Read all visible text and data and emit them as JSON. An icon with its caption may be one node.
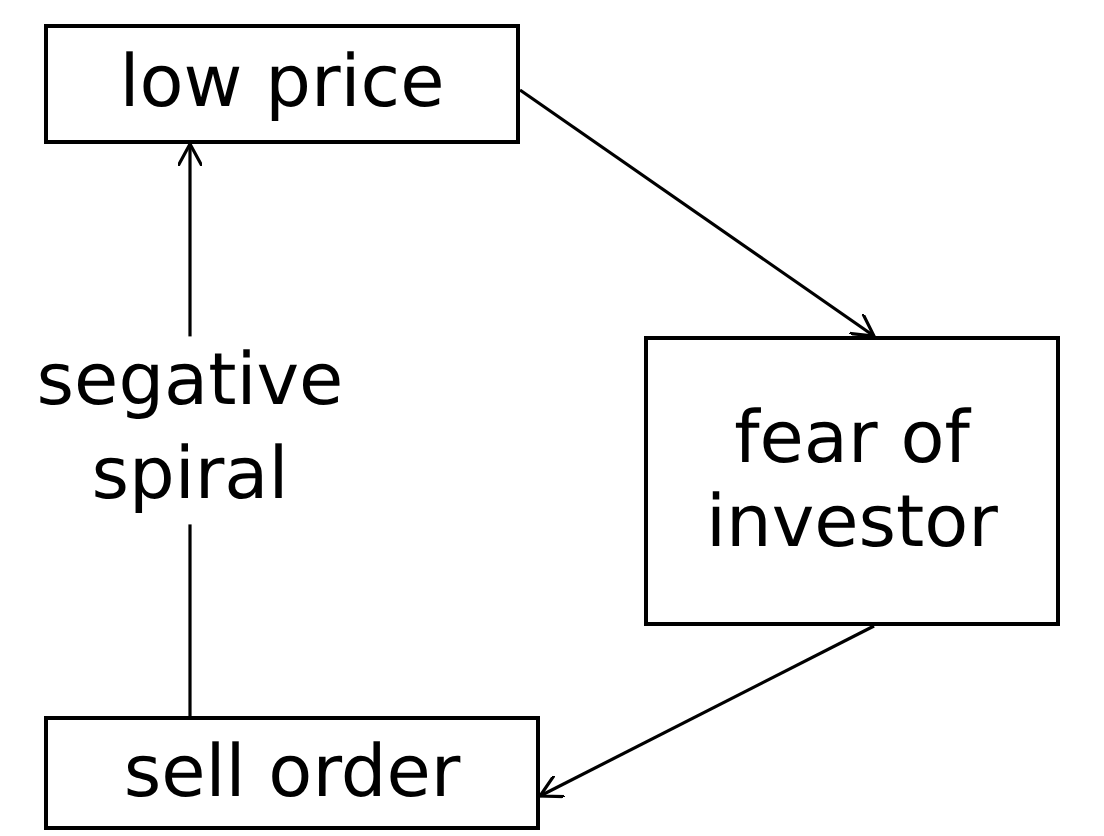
{
  "diagram": {
    "nodes": [
      {
        "text": [
          "low price"
        ]
      },
      {
        "text": [
          "fear of investor"
        ]
      },
      {
        "text": [
          "sell order"
        ]
      }
    ],
    "edges": [
      {
        "from": 0,
        "to": 1,
        "arrow": "to"
      },
      {
        "from": 1,
        "to": 2,
        "arrow": "to"
      },
      {
        "from": 2,
        "to": 0,
        "arrow": "to",
        "label": "segative spiral"
      }
    ]
  }
}
